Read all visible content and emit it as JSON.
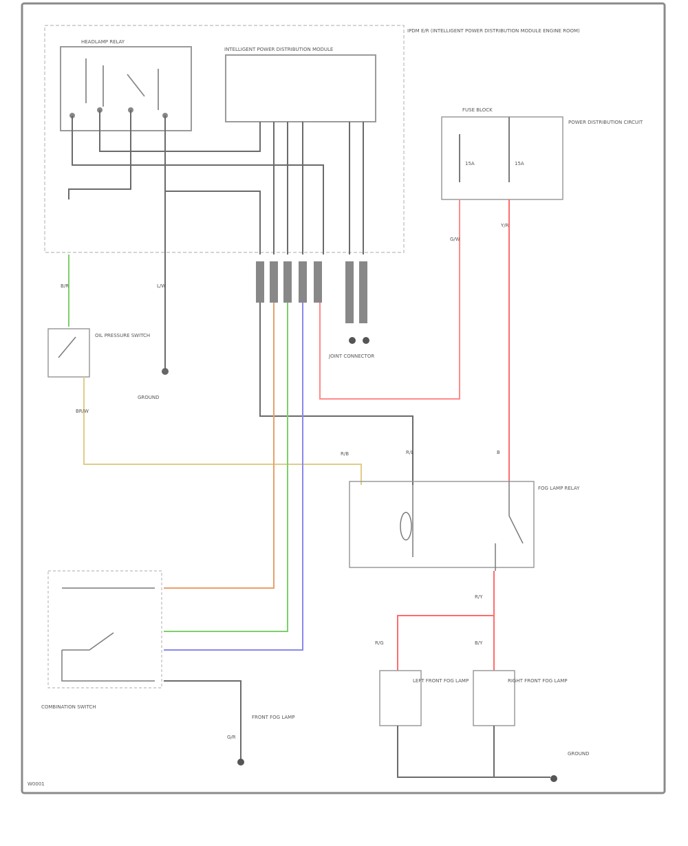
{
  "colors": {
    "frame": "#8a8a8a",
    "wire_black": "#5a5a5a",
    "wire_red": "#ff6b6b",
    "wire_orange": "#e8a06a",
    "wire_green": "#7ccf6a",
    "wire_blue": "#8888ee",
    "wire_yellow": "#e0cc88",
    "component": "#9a9a9a"
  },
  "labels": {
    "headlamp_relay": "HEADLAMP RELAY",
    "iem": "INTELLIGENT POWER DISTRIBUTION MODULE",
    "ipdm_note": "IPDM E/R (INTELLIGENT POWER DISTRIBUTION MODULE ENGINE ROOM)",
    "fuse_block": "FUSE BLOCK",
    "fuse_left": "15A",
    "fuse_right": "15A",
    "fuse_note": "POWER DISTRIBUTION CIRCUIT",
    "relay_note": "FOG LAMP RELAY",
    "ground_top": "GROUND",
    "oil_sw": "OIL PRESSURE SWITCH",
    "front_fog": "FRONT FOG LAMP",
    "combination_switch": "COMBINATION SWITCH",
    "joint": "JOINT CONNECTOR",
    "left_lamp": "LEFT FRONT FOG LAMP",
    "right_lamp": "RIGHT FRONT FOG LAMP",
    "ground_bottom": "GROUND",
    "sheet_id": "W0001",
    "wire_codes": [
      "B/R",
      "L/W",
      "G/W",
      "Y/R",
      "BR/W",
      "R/B",
      "R/L",
      "B",
      "R/Y",
      "R/G",
      "B/Y",
      "G/R"
    ]
  }
}
